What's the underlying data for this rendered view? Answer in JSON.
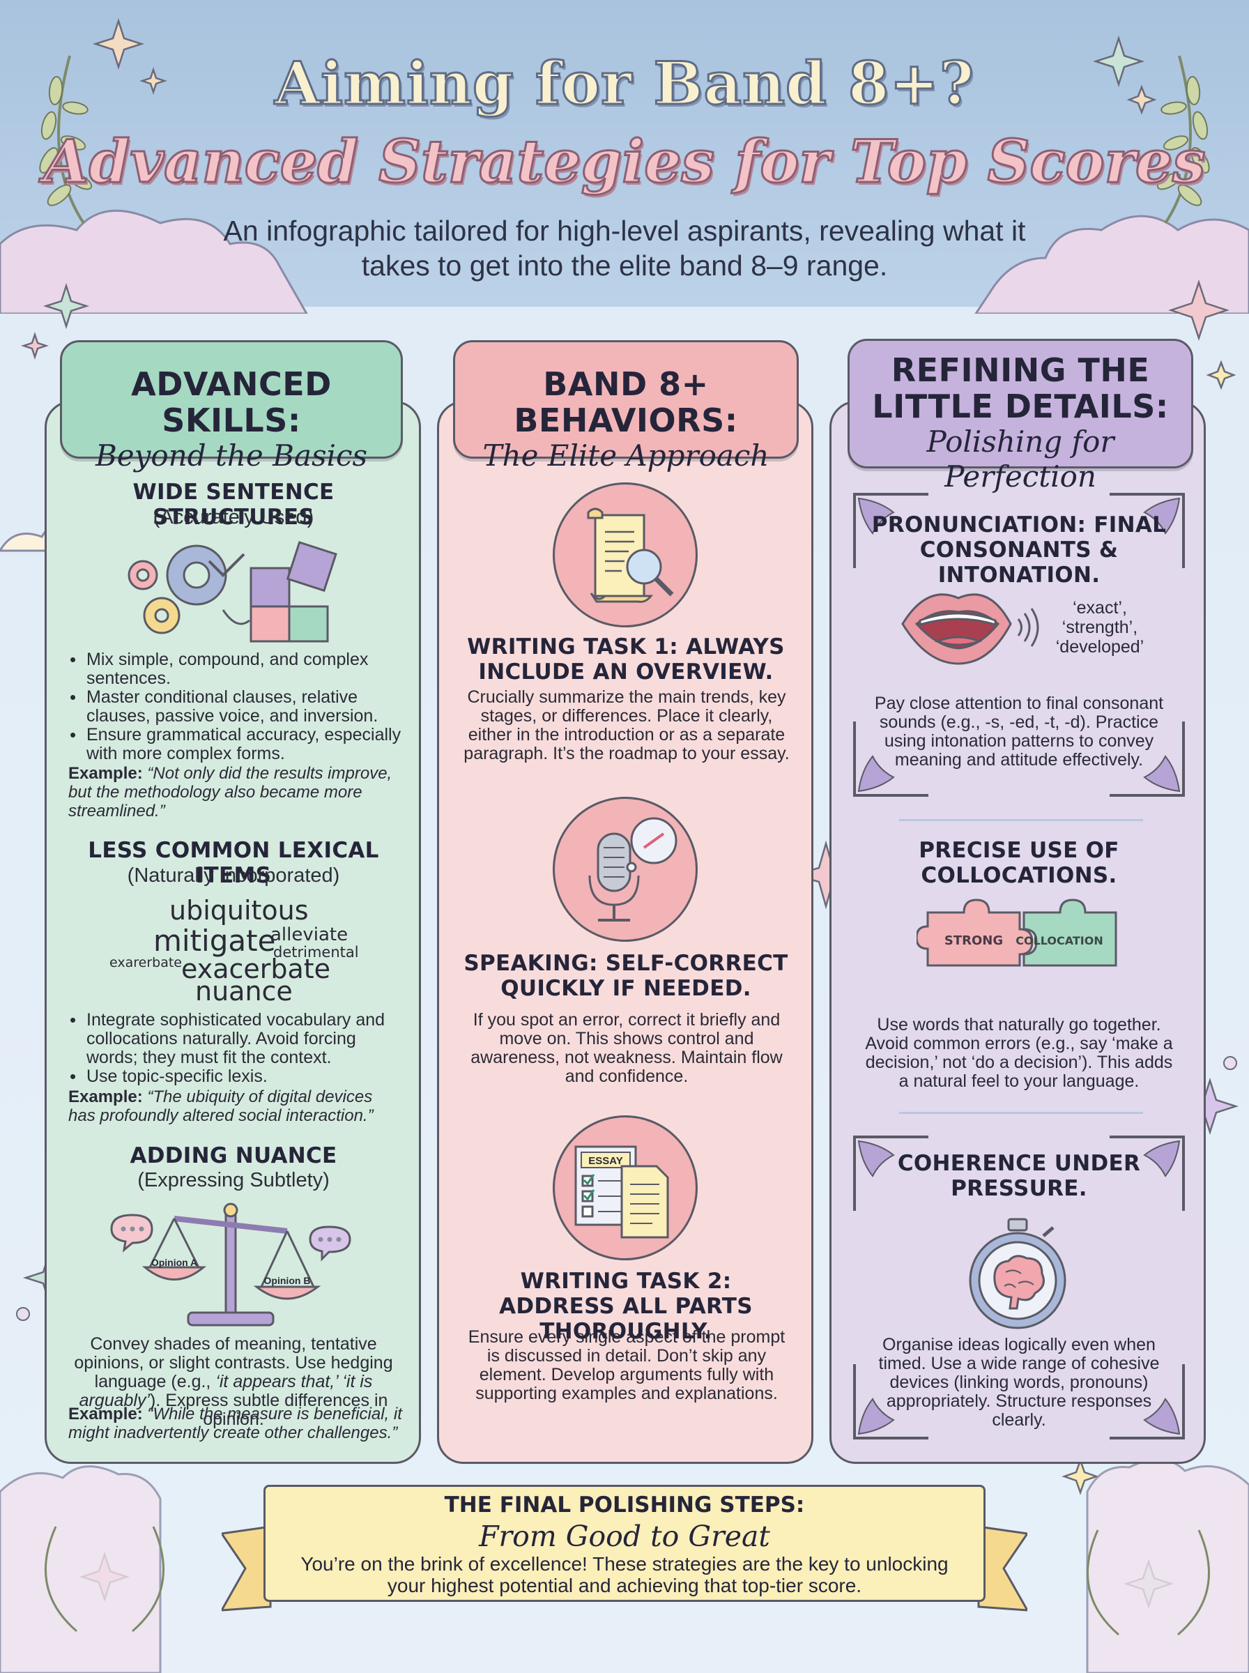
{
  "header": {
    "title_line1": "Aiming for Band 8+?",
    "title_line2": "Advanced Strategies for Top Scores",
    "subtitle": "An infographic tailored for high-level aspirants, revealing what it takes to get into the elite band 8–9 range."
  },
  "left_column": {
    "title": "ADVANCED SKILLS:",
    "subtitle": "Beyond the Basics",
    "sections": {
      "sentence": {
        "title": "WIDE SENTENCE STRUCTURES",
        "subtitle": "(Accurately Used)",
        "bullets": [
          "Mix simple, compound, and complex sentences.",
          "Master conditional clauses, relative clauses, passive voice, and inversion.",
          "Ensure grammatical accuracy, especially with more complex forms."
        ],
        "example_label": "Example:",
        "example_text": "“Not only did the results improve, but the methodology also became more streamlined.”"
      },
      "lexical": {
        "title": "LESS COMMON LEXICAL ITEMS",
        "subtitle": "(Naturally Incorporated)",
        "word_cloud": {
          "w1": "ubiquitous",
          "w2": "mitigate",
          "w3": "alleviate",
          "w4": "detrimental",
          "w5": "exarerbate",
          "w6": "exacerbate",
          "w7": "nuance"
        },
        "bullets": [
          "Integrate sophisticated vocabulary and collocations naturally. Avoid forcing words; they must fit the context.",
          "Use topic-specific lexis."
        ],
        "example_label": "Example:",
        "example_text": "“The ubiquity of digital devices has profoundly altered social interaction.”"
      },
      "nuance": {
        "title": "ADDING NUANCE",
        "subtitle": "(Expressing Subtlety)",
        "scale_left": "Opinion A",
        "scale_right": "Opinion B",
        "body_part1": "Convey shades of meaning, tentative opinions, or slight contrasts. Use hedging language (e.g., ",
        "body_italic": "‘it appears that,’ ‘it is arguably’",
        "body_part2": "). Express subtle differences in opinion.",
        "example_label": "Example:",
        "example_text": "“While the measure is beneficial, it might inadvertently create other challenges.”"
      }
    }
  },
  "mid_column": {
    "title": "BAND 8+ BEHAVIORS:",
    "subtitle": "The Elite Approach",
    "sections": {
      "task1": {
        "title": "WRITING TASK 1: ALWAYS INCLUDE AN OVERVIEW.",
        "body": "Crucially summarize the main trends, key stages, or differences. Place it clearly, either in the introduction or as a separate paragraph. It’s the roadmap to your essay."
      },
      "speaking": {
        "title": "SPEAKING: SELF-CORRECT QUICKLY IF NEEDED.",
        "body": "If you spot an error, correct it briefly and move on. This shows control and awareness, not weakness. Maintain flow and confidence."
      },
      "task2": {
        "icon_label": "ESSAY",
        "title": "WRITING TASK 2: ADDRESS ALL PARTS THOROUGHLY.",
        "body": "Ensure every single aspect of the prompt is discussed in detail. Don’t skip any element. Develop arguments fully with supporting examples and explanations."
      }
    }
  },
  "right_column": {
    "title_line1": "REFINING THE",
    "title_line2": "LITTLE DETAILS:",
    "subtitle": "Polishing for Perfection",
    "sections": {
      "pronunciation": {
        "title": "PRONUNCIATION: FINAL CONSONANTS & INTONATION.",
        "word1": "‘exact’,",
        "word2": "‘strength’,",
        "word3": "‘developed’",
        "body": "Pay close attention to final consonant sounds (e.g., -s, -ed, -t, -d). Practice using intonation patterns to convey meaning and attitude effectively."
      },
      "collocations": {
        "title": "PRECISE USE OF COLLOCATIONS.",
        "puzzle_left": "STRONG",
        "puzzle_right": "COLLOCATION",
        "body": "Use words that naturally go together. Avoid common errors (e.g., say ‘make a decision,’ not ‘do a decision’). This adds a natural feel to your language."
      },
      "coherence": {
        "title": "COHERENCE UNDER PRESSURE.",
        "body": "Organise ideas logically even when timed. Use a wide range of cohesive devices (linking words, pronouns) appropriately. Structure responses clearly."
      }
    }
  },
  "banner": {
    "title": "THE FINAL POLISHING STEPS:",
    "subtitle": "From Good to Great",
    "body": "You’re on the brink of excellence! These strategies are the key to unlocking your highest potential and achieving that top-tier score."
  },
  "colors": {
    "header_bg": "#a9c3de",
    "left_panel": "#d6ebdf",
    "mid_panel": "#f8dcdc",
    "right_panel": "#e2d9ec",
    "banner": "#fbefba",
    "outline": "#5a5a66"
  }
}
